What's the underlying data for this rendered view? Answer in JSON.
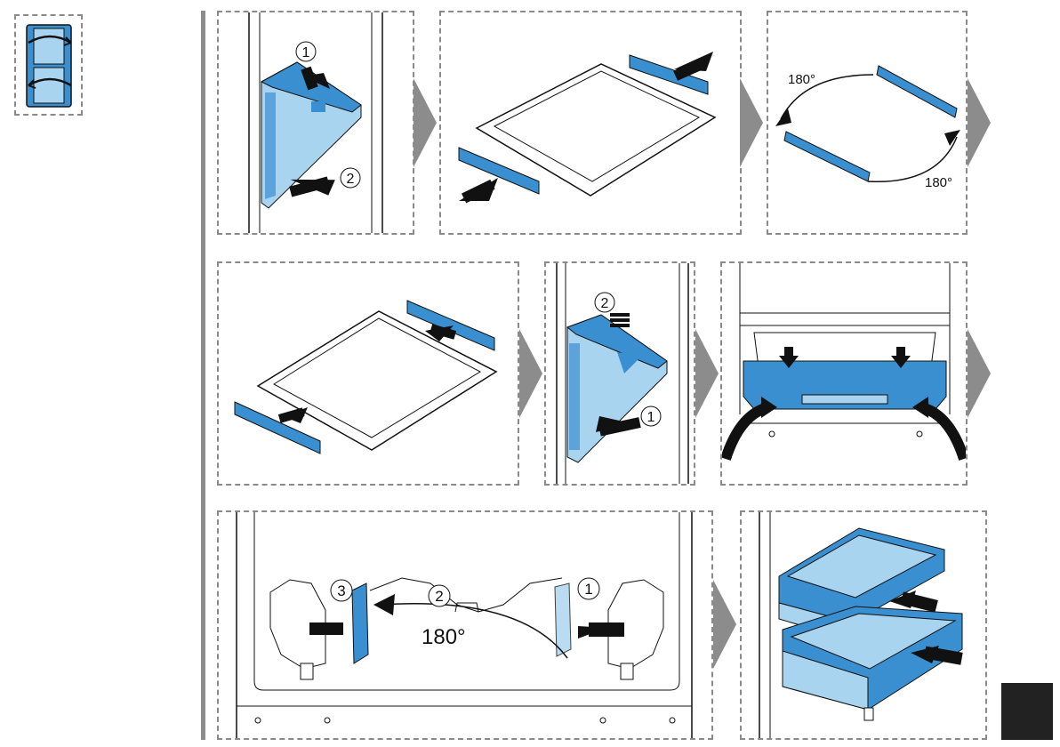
{
  "angle_labels": {
    "rotate_top": "180°",
    "rotate_bottom": "180°",
    "rail_rotate": "180°"
  },
  "step_numbers": {
    "p1_step1": "1",
    "p1_step2": "2",
    "p5_step1": "1",
    "p5_step2": "2",
    "p7_step1": "1",
    "p7_step2": "2",
    "p7_step3": "3"
  },
  "colors": {
    "accent_blue": "#3a8fd0",
    "light_blue": "#a9d4f0",
    "dashed_border": "#8a8a8a",
    "arrow_gray": "#8c8c8c",
    "ink": "#111111"
  },
  "icons": [
    "door-swap-icon",
    "next-step-arrow-icon"
  ]
}
